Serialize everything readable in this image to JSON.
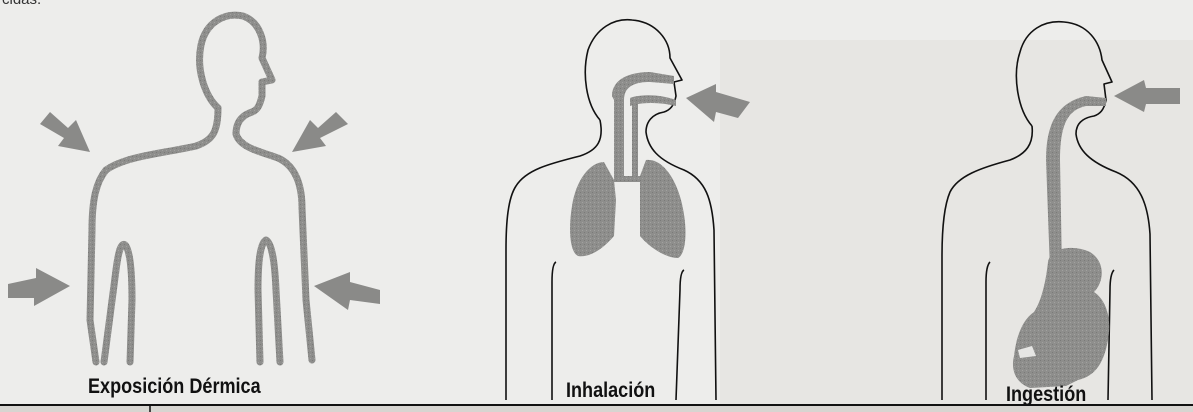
{
  "top_fragment": "cidas.",
  "panels": [
    {
      "id": "dermal",
      "caption": "Exposición Dérmica"
    },
    {
      "id": "inhalation",
      "caption": "Inhalación"
    },
    {
      "id": "ingestion",
      "caption": "Ingestión"
    }
  ],
  "colors": {
    "background": "#d7d5d1",
    "panel": "#ededeb",
    "organ_fill": "#8c8c8a",
    "outline": "#111111",
    "arrow": "#8a8a88"
  }
}
